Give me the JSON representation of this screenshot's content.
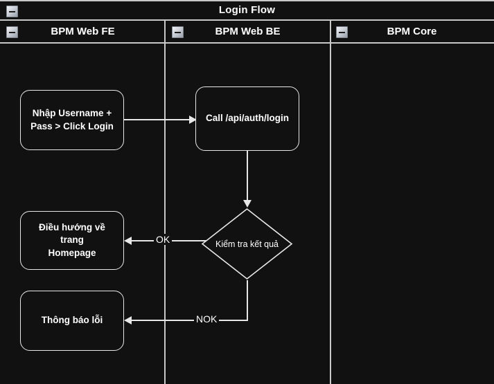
{
  "diagram": {
    "title": "Login Flow",
    "collapse_icon": "collapse-minus-icon",
    "background_color": "#111111",
    "stroke_color": "#e8e8e8",
    "text_color": "#ffffff",
    "lanes": [
      {
        "id": "fe",
        "label": "BPM Web FE"
      },
      {
        "id": "be",
        "label": "BPM Web BE"
      },
      {
        "id": "core",
        "label": "BPM Core"
      }
    ],
    "nodes": [
      {
        "id": "n1",
        "type": "task",
        "lane": "fe",
        "label": "Nhập Username +\nPass > Click Login"
      },
      {
        "id": "n2",
        "type": "task",
        "lane": "be",
        "label": "Call /api/auth/login"
      },
      {
        "id": "n3",
        "type": "gateway",
        "lane": "be",
        "label": "Kiểm tra kết quả"
      },
      {
        "id": "n4",
        "type": "task",
        "lane": "fe",
        "label": "Điều hướng về trang\nHomepage"
      },
      {
        "id": "n5",
        "type": "task",
        "lane": "fe",
        "label": "Thông báo lỗi"
      }
    ],
    "flows": [
      {
        "from": "n1",
        "to": "n2",
        "label": ""
      },
      {
        "from": "n2",
        "to": "n3",
        "label": ""
      },
      {
        "from": "n3",
        "to": "n4",
        "label": "OK"
      },
      {
        "from": "n3",
        "to": "n5",
        "label": "NOK"
      }
    ]
  }
}
